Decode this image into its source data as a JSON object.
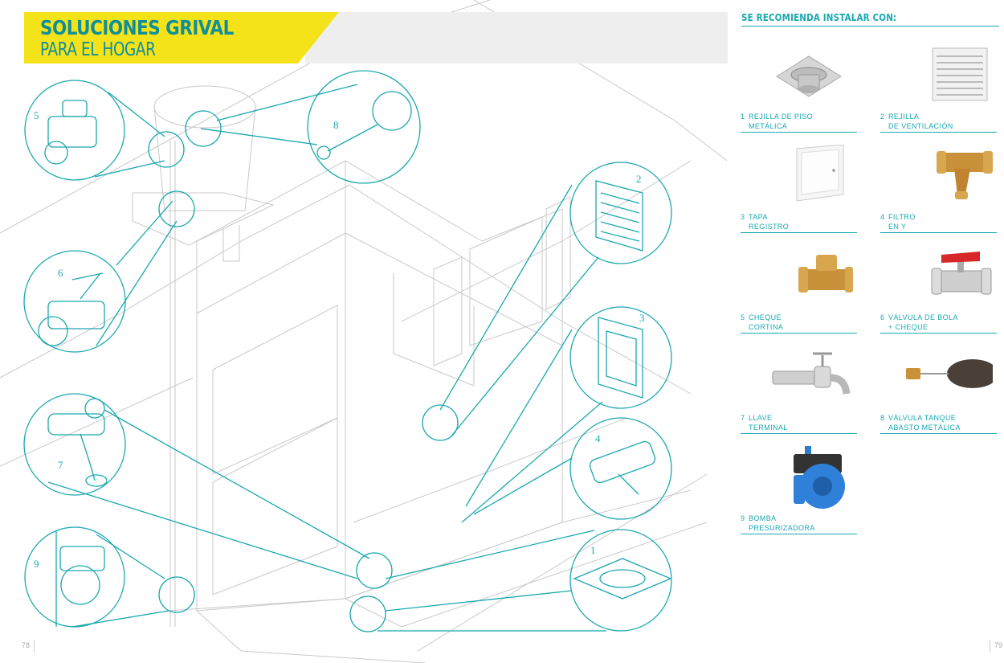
{
  "header": {
    "title": "SOLUCIONES GRIVAL",
    "subtitle": "PARA EL HOGAR"
  },
  "callouts": [
    "5",
    "8",
    "2",
    "6",
    "3",
    "4",
    "7",
    "9",
    "1"
  ],
  "recommend": {
    "title": "SE RECOMIENDA INSTALAR CON:",
    "products": [
      {
        "num": "1",
        "line1": "REJILLA DE PISO",
        "line2": "METÁLICA",
        "icon": "floor-drain-icon"
      },
      {
        "num": "2",
        "line1": "REJILLA",
        "line2": "DE VENTILACIÓN",
        "icon": "vent-grille-icon"
      },
      {
        "num": "3",
        "line1": "TAPA",
        "line2": "REGISTRO",
        "icon": "access-panel-icon"
      },
      {
        "num": "4",
        "line1": "FILTRO",
        "line2": "EN Y",
        "icon": "y-strainer-icon"
      },
      {
        "num": "5",
        "line1": "CHEQUE",
        "line2": "CORTINA",
        "icon": "check-valve-icon"
      },
      {
        "num": "6",
        "line1": "VÁLVULA DE BOLA",
        "line2": "+ CHEQUE",
        "icon": "ball-valve-icon"
      },
      {
        "num": "7",
        "line1": "LLAVE",
        "line2": "TERMINAL",
        "icon": "faucet-icon"
      },
      {
        "num": "8",
        "line1": "VÁLVULA TANQUE",
        "line2": "ABASTO METÁLICA",
        "icon": "float-valve-icon"
      },
      {
        "num": "9",
        "line1": "BOMBA",
        "line2": "PRESURIZADORA",
        "icon": "pressure-pump-icon"
      }
    ]
  },
  "pages": {
    "left": "78",
    "right": "79"
  },
  "colors": {
    "teal": "#1aa8b0",
    "yellow": "#f5e31a",
    "gray": "#eeeeee",
    "linework": "#c8c8c8"
  }
}
